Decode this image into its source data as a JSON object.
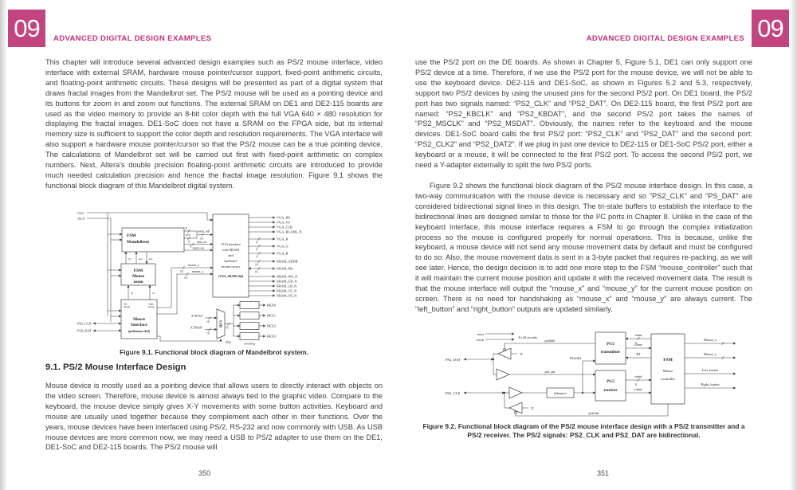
{
  "header": {
    "chapter_number": "09",
    "title": "ADVANCED DIGITAL DESIGN EXAMPLES",
    "accent_color": "#c2457f"
  },
  "left_page": {
    "page_number": "350",
    "intro_paragraph": "This chapter will introduce several advanced design examples such as PS/2 mouse interface, video interface with external SRAM, hardware mouse pointer/cursor support, fixed-point arithmetic circuits, and floating-point arithmetic circuits. These designs will be presented as part of a digital system that draws fractal images from the Mandelbrot set. The PS/2 mouse will be used as a pointing device and its buttons for zoom in and zoom out functions. The external SRAM on DE1 and DE2-115 boards are used as the video memory to provide an 8-bit color depth with the full VGA 640 × 480 resolution for displaying the fractal images. DE1-SoC does not have a SRAM on the FPGA side, but its internal memory size is sufficient to support the color depth and resolution requirements. The VGA interface will also support a hardware mouse pointer/cursor so that the PS/2 mouse can be a true pointing device. The calculations of Mandelbrot set will be carried out first with fixed-point arithmetic on complex numbers. Next, Altera's double precision floating-point arithmetic circuits are introduced to provide much needed calculation precision and hence the fractal image resolution. Figure 9.1 shows the functional block diagram of this Mandelbrot digital system.",
    "section_heading": "9.1. PS/2 Mouse Interface Design",
    "mouse_paragraph": "Mouse device is mostly used as a pointing device that allows users to directly interact with objects on the video screen. Therefore, mouse device is almost always tied to the graphic video. Compare to the keyboard, the mouse device simply gives X-Y movements with some button activities. Keyboard and mouse are usually used together because they complement each other in their functions. Over the years, mouse devices have been interfaced using PS/2, RS-232 and now commonly with USB. As USB mouse devices are more common now, we may need a USB to PS/2 adapter to use them on the DE1, DE1-SoC and DE2-115 boards. The PS/2 mouse will",
    "figure91": {
      "caption": "Figure 9.1. Functional block diagram of Mandelbrot system.",
      "reset": "reset",
      "clock": "clock",
      "fsm_mand_l1": "FSM",
      "fsm_mand_l2": "Mandelbrot",
      "x": "X",
      "y": "Y",
      "wx": "10",
      "wy": "9",
      "wxy": "19",
      "mem_adr": "mem_adr",
      "data_in": "data_in",
      "w8": "8",
      "mem_we": "mem_we",
      "zin": "zin",
      "zout": "zout",
      "ack": "ack",
      "fsm_mouse_l1": "FSM",
      "fsm_mouse_l2": "Mouse",
      "fsm_mouse_l3": "zoom",
      "lb": "lb",
      "rb": "rb",
      "mi_l1": "left_",
      "mi_l2": "button",
      "mi_l3": "right_",
      "mi_l4": "button",
      "mi_l5": "Mouse",
      "mi_l6": "Interface",
      "mi_l7": "(ps2mouse.vhd)",
      "ps2_clk": "PS2_CLK",
      "ps2_dat": "PS2_DAT",
      "mouse_x": "mouse_x",
      "mouse_y": "mouse_y",
      "w10a": "10",
      "w10b": "10",
      "vga_l1": "VGA interface",
      "vga_l2": "with SRAM",
      "vga_l3": "and",
      "vga_l4": "hardware",
      "vga_l5": "mouse cursor",
      "vga_l6": "(VGA_SRAM.vhd)",
      "outputs": [
        {
          "name": "VGA_HS"
        },
        {
          "name": "VGA_VS"
        },
        {
          "name": "VGA_CLK"
        },
        {
          "name": "VGA_BLANK_N"
        },
        {
          "name": "VGA_R",
          "width": "8"
        },
        {
          "name": "VGA_G",
          "width": "8"
        },
        {
          "name": "VGA_B",
          "width": "8"
        },
        {
          "name": "SRAM_ADDR",
          "width": "18"
        },
        {
          "name": "SRAM_DQ",
          "width": "16"
        },
        {
          "name": "SRAM_WE_N"
        },
        {
          "name": "SRAM_UB_N"
        },
        {
          "name": "SRAM_LB_N"
        },
        {
          "name": "SRAM_CE_N"
        },
        {
          "name": "SRAM_OE_N"
        }
      ],
      "mux": "MUX",
      "d154": "X\"D154\"",
      "d0af": "X\"D0AF\"",
      "w16a": "16",
      "w16b": "16",
      "w16c": "16",
      "disp": "disp",
      "sevenseg": "sevenseg",
      "hex": [
        "HEX0",
        "HEX1",
        "HEX2",
        "HEX3"
      ]
    }
  },
  "right_page": {
    "page_number": "351",
    "paragraph1": "use the PS/2 port on the DE boards. As shown in Chapter 5, Figure 5.1, DE1 can only support one PS/2 device at a time. Therefore, if we use the PS/2 port for the mouse device, we will not be able to use the keyboard device. DE2-115 and DE1-SoC, as shown in Figures 5.2 and 5.3, respectively, support two PS/2 devices by using the unused pins for the second PS/2 port. On DE1 board, the PS/2 port has two signals named: “PS2_CLK” and “PS2_DAT”. On DE2-115 board, the first PS/2 port are named: “PS2_KBCLK” and “PS2_KBDAT”, and the second PS/2 port takes the names of “PS2_MSCLK” and “PS2_MSDAT”. Obviously, the names refer to the keyboard and the mouse devices. DE1-SoC board calls the first PS/2 port: “PS2_CLK” and “PS2_DAT” and the second port: “PS2_CLK2” and “PS2_DAT2”. If we plug in just one device to DE2-115 or DE1-SoC PS/2 port, either a keyboard or a mouse, it will be connected to the first PS/2 port. To access the second PS/2 port, we need a Y-adapter externally to split the two PS/2 ports.",
    "paragraph2": "Figure 9.2 shows the functional block diagram of the PS/2 mouse interface design. In this case, a two-way communication with the mouse device is necessary and so “PS2_CLK” and “PS_DAT” are considered bidirectional signal lines in this design. The tri-state buffers to establish the interface to the bidirectional lines are designed similar to those for the I²C ports in Chapter 8. Unlike in the case of the keyboard interface, this mouse interface requires a FSM to go through the complex initialization process so the mouse is configured properly for normal operations. This is because, unlike the keyboard, a mouse device will not send any mouse movement data by default and must be configured to do so. Also, the mouse movement data is sent in a 3-byte packet that requires re-packing, as we will see later. Hence, the design decision is to add one more step to the FSM “mouse_controller” such that it will maintain the current mouse position and update it with the received movement data. The result is that the mouse interface will output the “mouse_x” and “mouse_y” for the current mouse position on screen. There is no need for handshaking as “mouse_x” and “mouse_y” are always current. The “left_button” and “right_button” outputs are updated similarly.",
    "figure92": {
      "caption": "Figure 9.2. Functional block diagram of the PS/2 mouse interface design with a PS/2 transmitter and a PS/2 receiver. The PS/2 signals: PS2_CLK and PS2_DAT are bidirectional.",
      "reset": "reset",
      "clock": "clock",
      "to_all": "To all circuits",
      "ps2_dat": "PS2_DAT",
      "ps2_clk": "PS2_CLK",
      "zero_a": "'0'",
      "zero_b": "'0'",
      "ps2datb": "ps2datb",
      "ps2_dat_sig": "ps2_dat",
      "debounce": "debounce",
      "ps2clkd": "PS2clkd",
      "ps2clkb": "ps2clkb",
      "tx_l1": "PS/2",
      "tx_l2": "transmitter",
      "rx_l1": "PS/2",
      "rx_l2": "receiver",
      "fsm_l1": "FSM",
      "fsm_l2": "Mouse",
      "fsm_l3": "controller",
      "txbuf": "txbuf",
      "w8a": "8",
      "tdone": "tdone",
      "rt": "RT",
      "rxbuf": "rxbuf",
      "w8b": "8",
      "rdone": "rdone",
      "mouse_x": "Mouse_x",
      "mouse_y": "Mouse_y",
      "left_button": "Left_button",
      "right_button": "Right_button"
    }
  }
}
